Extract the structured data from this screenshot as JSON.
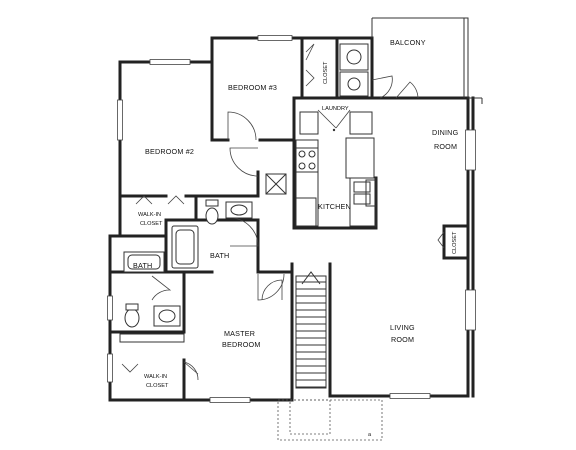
{
  "rooms": {
    "balcony": "BALCONY",
    "bedroom3": "BEDROOM #3",
    "closet_top": "CLOSET",
    "laundry": "LAUNDRY",
    "bedroom2": "BEDROOM #2",
    "dining": [
      "DINING",
      "ROOM"
    ],
    "kitchen": "KITCHEN",
    "walkin_closet_2": [
      "WALK-IN",
      "CLOSET"
    ],
    "closet_right": "CLOSET",
    "bath_hall": "BATH",
    "bath_master": "BATH",
    "master_bedroom": [
      "MASTER",
      "BEDROOM"
    ],
    "living": [
      "LIVING",
      "ROOM"
    ],
    "walkin_closet_master": [
      "WALK-IN",
      "CLOSET"
    ]
  }
}
